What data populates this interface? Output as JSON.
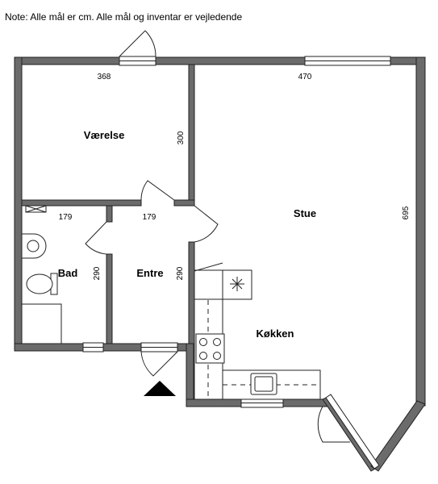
{
  "note": "Note: Alle mål er cm. Alle mål og inventar er vejledende",
  "rooms": {
    "vaerelse": "Værelse",
    "stue": "Stue",
    "bad": "Bad",
    "entre": "Entre",
    "kokken": "Køkken"
  },
  "dimensions": {
    "vaerelse_width": "368",
    "vaerelse_depth": "300",
    "stue_width": "470",
    "stue_depth": "695",
    "bad_width": "179",
    "bad_depth": "290",
    "entre_width": "179",
    "entre_depth": "290"
  },
  "colors": {
    "wall": "#6b6b6b",
    "outline": "#222222"
  }
}
